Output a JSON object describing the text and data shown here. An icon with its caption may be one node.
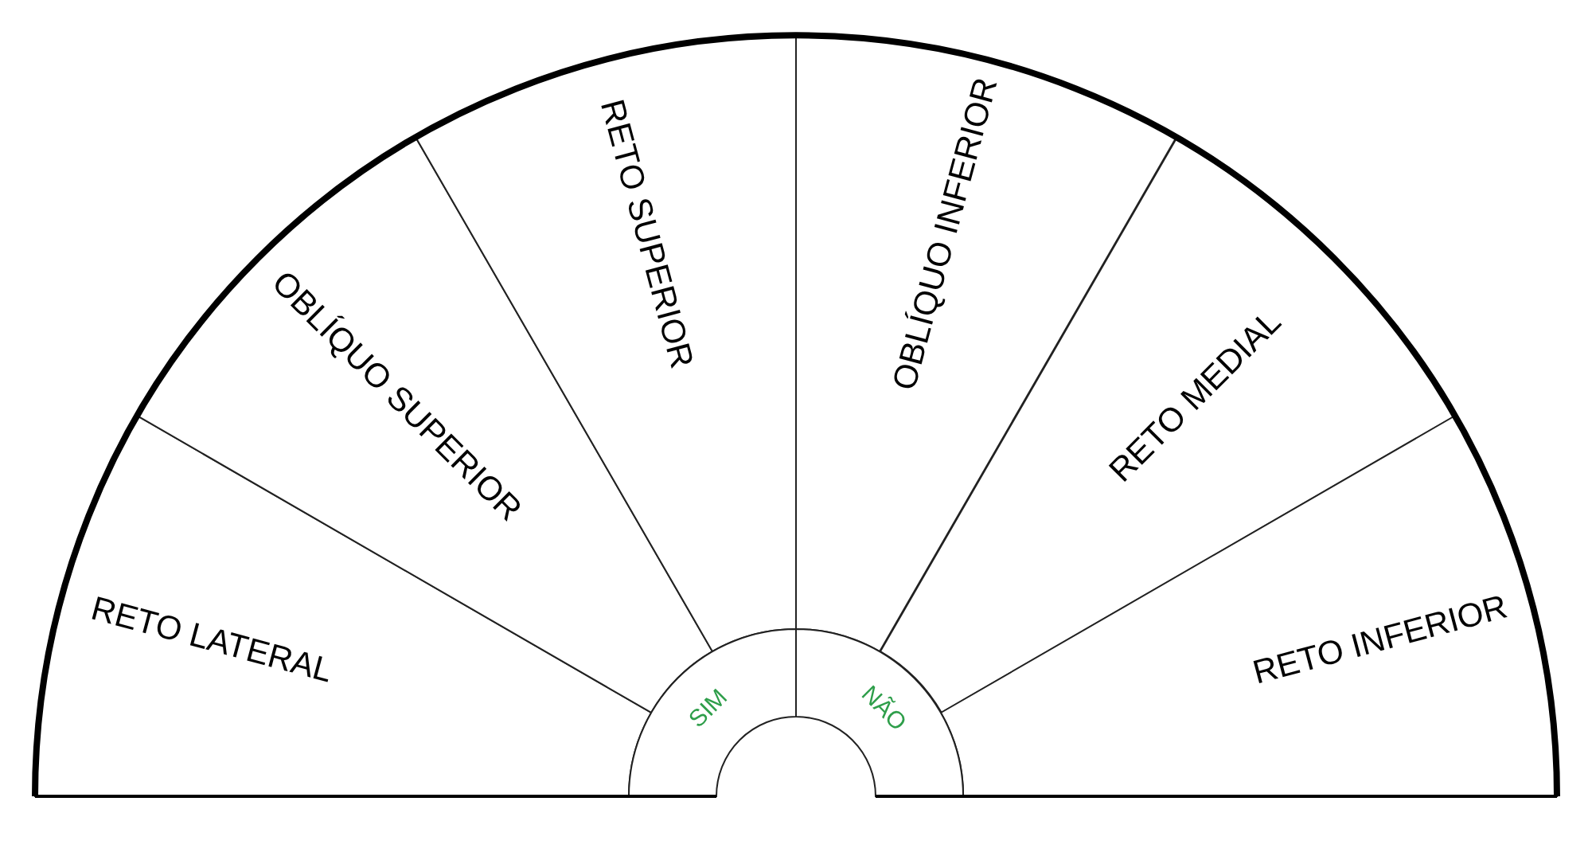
{
  "diagram": {
    "nodes": [
      {
        "text": [
          "RETO LATERAL"
        ]
      },
      {
        "text": [
          "OBLÍQUO SUPERIOR"
        ]
      },
      {
        "text": [
          "RETO SUPERIOR"
        ]
      },
      {
        "text": [
          "OBLÍQUO INFERIOR"
        ]
      },
      {
        "text": [
          "RETO MEDIAL"
        ]
      },
      {
        "text": [
          "RETO INFERIOR"
        ]
      },
      {
        "text": [
          "SIM"
        ]
      },
      {
        "text": [
          "NÃO"
        ]
      }
    ]
  }
}
